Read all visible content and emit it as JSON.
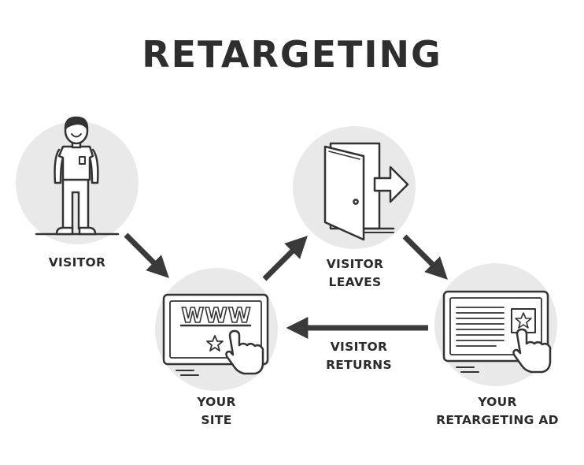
{
  "title": "RETARGETING",
  "nodes": {
    "visitor": {
      "label": "VISITOR",
      "icon": "person-icon"
    },
    "leaves": {
      "label_line1": "VISITOR",
      "label_line2": "LEAVES",
      "icon": "open-door-exit-icon"
    },
    "site": {
      "label_line1": "YOUR",
      "label_line2": "SITE",
      "icon": "website-screen-icon",
      "screen_text": "WWW"
    },
    "ad": {
      "label_line1": "YOUR",
      "label_line2": "RETARGETING AD",
      "icon": "ad-screen-icon"
    }
  },
  "edges": {
    "returns": {
      "label_line1": "VISITOR",
      "label_line2": "RETURNS"
    }
  },
  "colors": {
    "stroke": "#333333",
    "circle": "#e9e9e9",
    "arrow": "#3a3a3a",
    "text": "#2b2b2b"
  }
}
